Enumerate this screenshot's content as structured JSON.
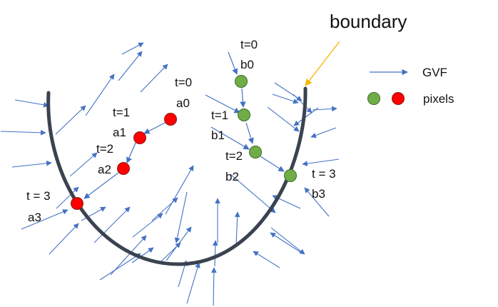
{
  "title": "boundary",
  "legend": {
    "arrow_label": "GVF",
    "pixels_label": "pixels"
  },
  "points": {
    "a0": {
      "t": "t=0",
      "name": "a0"
    },
    "a1": {
      "t": "t=1",
      "name": "a1"
    },
    "a2": {
      "t": "t=2",
      "name": "a2"
    },
    "a3": {
      "t": "t = 3",
      "name": "a3"
    },
    "b0": {
      "t": "t=0",
      "name": "b0"
    },
    "b1": {
      "t": "t=1",
      "name": "b1"
    },
    "b2": {
      "t": "t=2",
      "name": "b2"
    },
    "b3": {
      "t": "t = 3",
      "name": "b3"
    }
  },
  "colors": {
    "arrow": "#4472c4",
    "boundary": "#3b4350",
    "red_pixel": "#ff0000",
    "green_pixel": "#70ad47",
    "pointer": "#f5b800"
  }
}
